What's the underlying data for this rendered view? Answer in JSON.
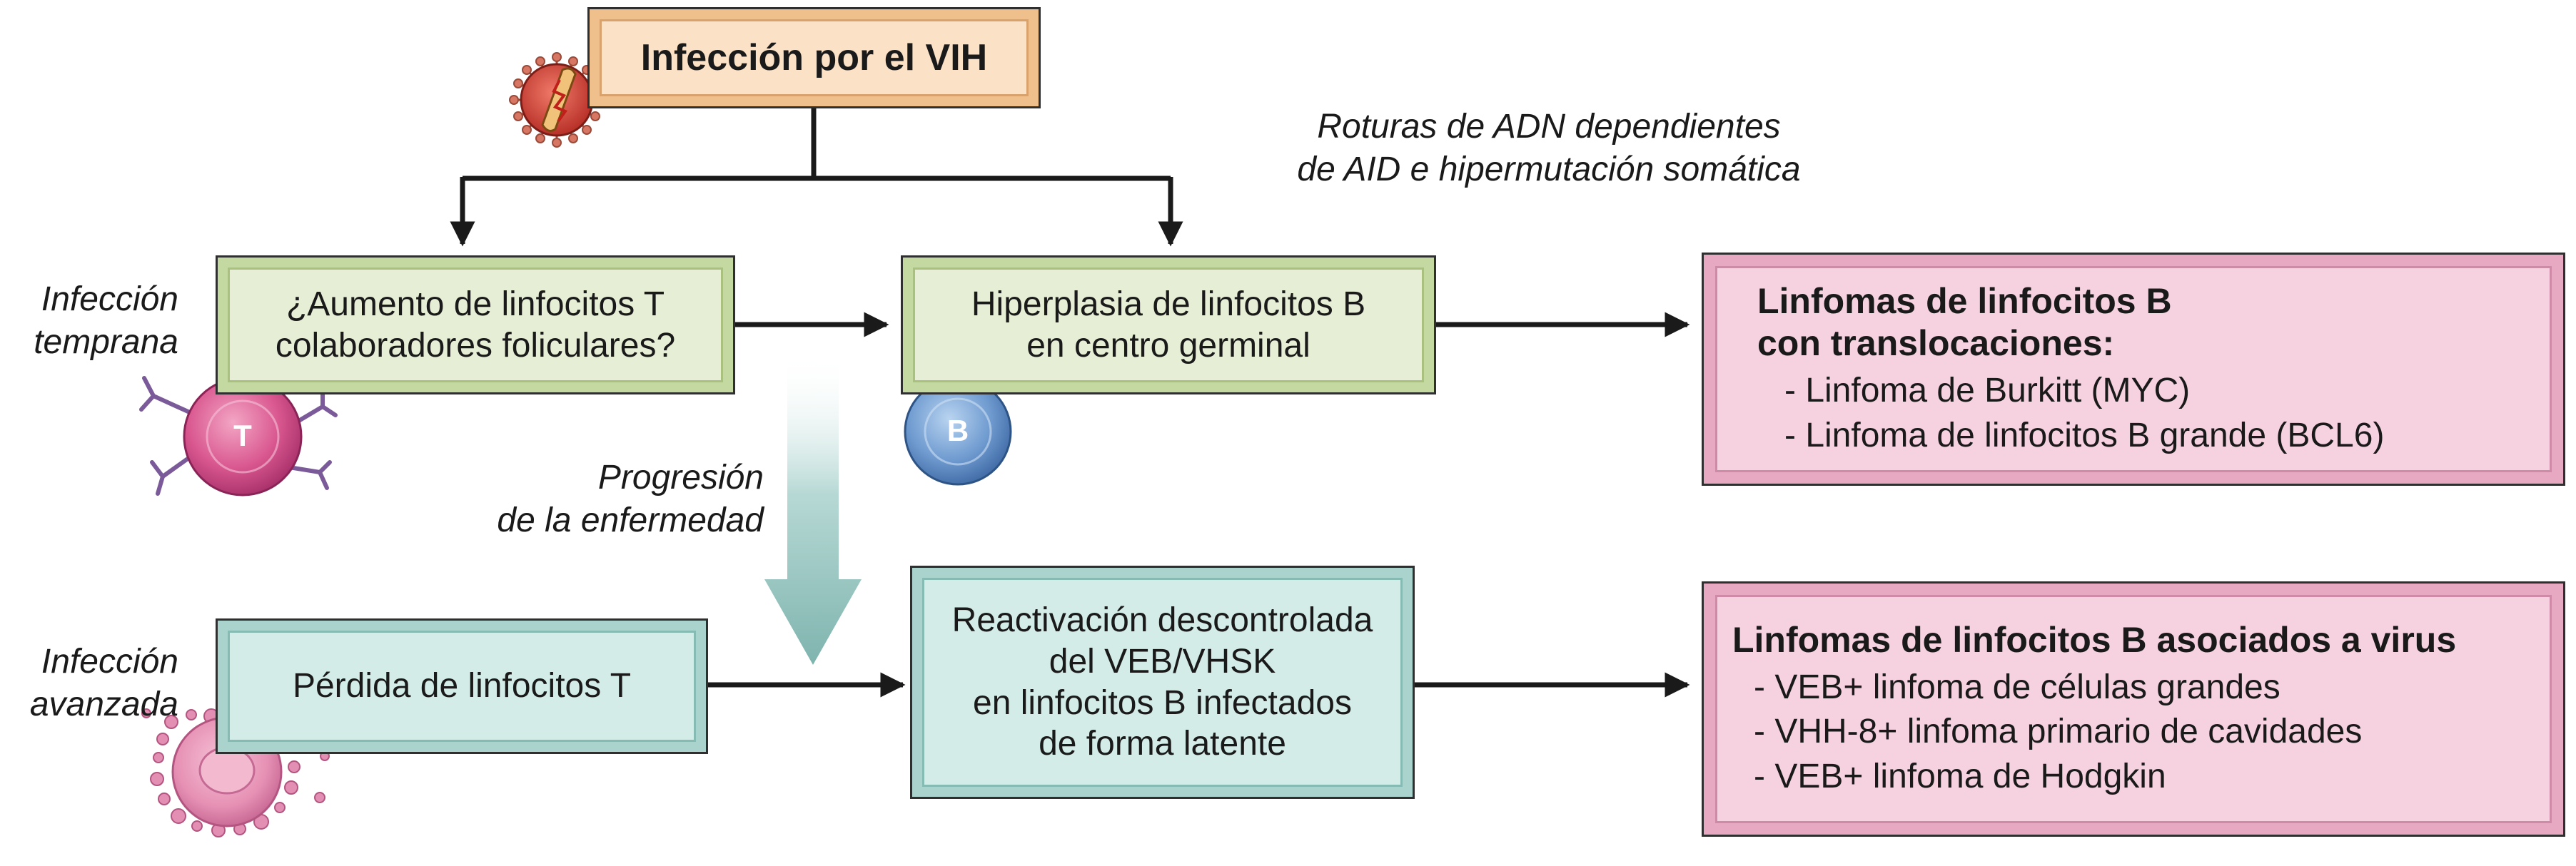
{
  "nodes": {
    "hiv_infection": "Infección por el VIH",
    "tfh_increase": [
      "¿Aumento de linfocitos T",
      "colaboradores foliculares?"
    ],
    "germinal_center": [
      "Hiperplasia de linfocitos B",
      "en centro germinal"
    ],
    "translocation_lymphomas": {
      "heading": [
        "Linfomas de linfocitos B",
        "con translocaciones:"
      ],
      "items": [
        "- Linfoma de Burkitt (MYC)",
        "- Linfoma de linfocitos B grande (BCL6)"
      ]
    },
    "t_cell_loss": "Pérdida de linfocitos T",
    "reactivation": [
      "Reactivación descontrolada",
      "del VEB/VHSK",
      "en linfocitos B infectados",
      "de forma latente"
    ],
    "virus_lymphomas": {
      "heading": "Linfomas de linfocitos B asociados a virus",
      "items": [
        "- VEB+ linfoma de células grandes",
        "- VHH-8+ linfoma primario de cavidades",
        "- VEB+ linfoma de Hodgkin"
      ]
    }
  },
  "annotations": {
    "early_infection": [
      "Infección",
      "temprana"
    ],
    "advanced_infection": [
      "Infección",
      "avanzada"
    ],
    "progression": [
      "Progresión",
      "de la enfermedad"
    ],
    "aid": [
      "Roturas de ADN dependientes",
      "de AID e hipermutación somática"
    ]
  },
  "cell_labels": {
    "t_cell": "T",
    "b_cell": "B"
  },
  "colors": {
    "green_box": "#e6efd6",
    "teal_box": "#d3ece8",
    "orange_box": "#fbe1c6",
    "pink_box": "#f6d2e0",
    "arrow": "#1a1a1a",
    "progression_arrow": "#8fc0bb"
  },
  "icons": [
    "hiv-virus-icon",
    "t-cell-icon",
    "b-cell-icon",
    "infected-cell-icon"
  ]
}
